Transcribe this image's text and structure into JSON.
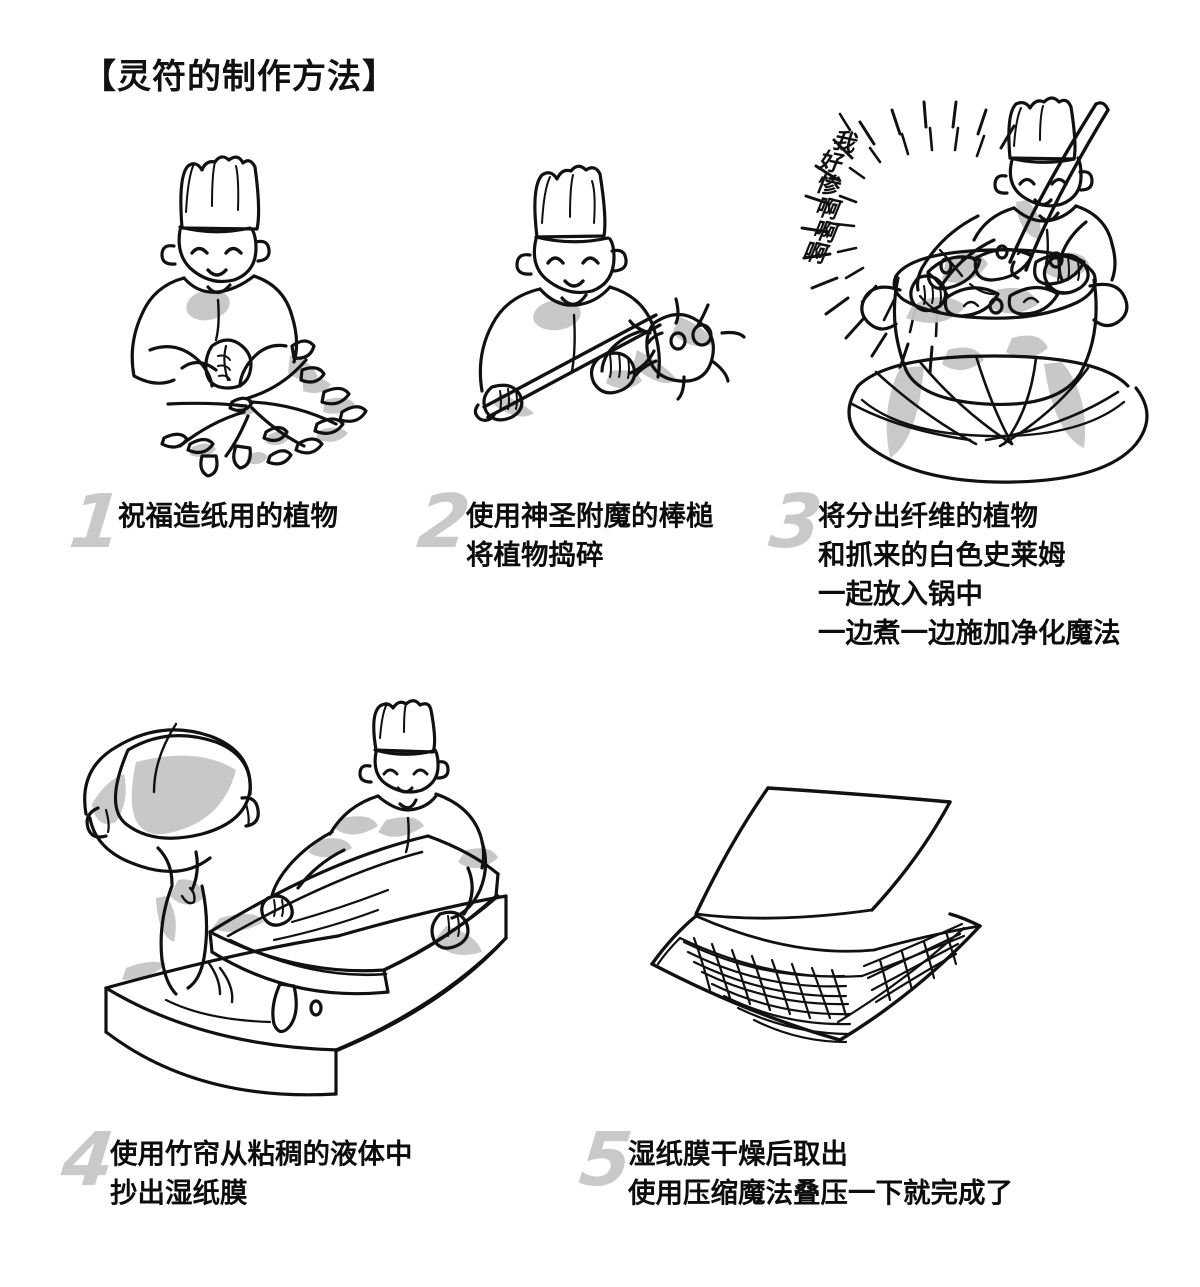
{
  "document": {
    "title": "【灵符的制作方法】",
    "background_color": "#ffffff",
    "ink_color": "#111111",
    "number_color": "#c9c9c9",
    "shade_color": "#c6c6c6"
  },
  "steps": [
    {
      "number": "1",
      "lines": [
        "祝福造纸用的植物"
      ],
      "illustration": "chef-blessing-plants"
    },
    {
      "number": "2",
      "lines": [
        "使用神圣附魔的棒槌",
        "将植物捣碎"
      ],
      "illustration": "chef-with-spiked-mallet"
    },
    {
      "number": "3",
      "lines": [
        "将分出纤维的植物",
        "和抓来的白色史莱姆",
        "一起放入锅中",
        "一边煮一边施加净化魔法"
      ],
      "illustration": "chef-stirring-pot-with-slimes"
    },
    {
      "number": "4",
      "lines": [
        "使用竹帘从粘稠的液体中",
        "抄出湿纸膜"
      ],
      "illustration": "pouring-pulp-into-vat-with-screen"
    },
    {
      "number": "5",
      "lines": [
        "湿纸膜干燥后取出",
        "使用压缩魔法叠压一下就完成了"
      ],
      "illustration": "dried-paper-sheet-on-bamboo-mat"
    }
  ],
  "burst": {
    "characters": [
      "我",
      "好",
      "惨",
      "啊",
      "啊",
      "啊"
    ],
    "full_text": "我好惨啊啊啊"
  }
}
